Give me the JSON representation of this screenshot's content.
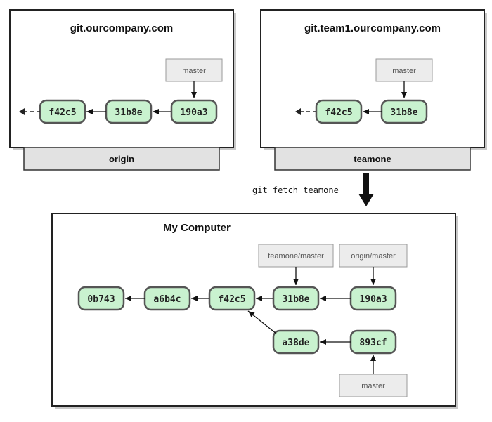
{
  "servers": [
    {
      "host": "git.ourcompany.com",
      "label": "origin"
    },
    {
      "host": "git.team1.ourcompany.com",
      "label": "teamone"
    }
  ],
  "command": "git fetch teamone",
  "local": {
    "title": "My Computer"
  },
  "commits": {
    "origin_f42c5": "f42c5",
    "origin_31b8e": "31b8e",
    "origin_190a3": "190a3",
    "team_f42c5": "f42c5",
    "team_31b8e": "31b8e",
    "local_0b743": "0b743",
    "local_a6b4c": "a6b4c",
    "local_f42c5": "f42c5",
    "local_31b8e": "31b8e",
    "local_190a3": "190a3",
    "local_a38de": "a38de",
    "local_893cf": "893cf"
  },
  "refs": {
    "origin_master": "master",
    "team_master": "master",
    "local_teamone_master": "teamone/master",
    "local_origin_master": "origin/master",
    "local_master": "master"
  },
  "colors": {
    "commit_fill": "#c9f2cf",
    "commit_stroke": "#555555",
    "ref_fill": "#ececec",
    "footer_fill": "#e2e2e2"
  }
}
